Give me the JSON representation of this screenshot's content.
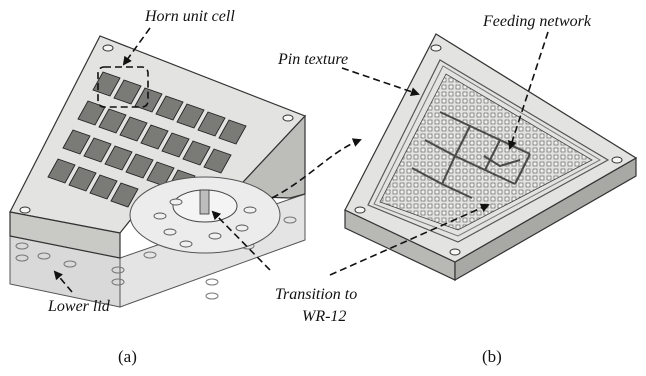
{
  "figure": {
    "labels": {
      "horn_unit_cell": "Horn unit cell",
      "feeding_network": "Feeding network",
      "pin_texture": "Pin texture",
      "transition_line1": "Transition to",
      "transition_line2": "WR-12",
      "lower_lid": "Lower lid"
    },
    "captions": {
      "a": "(a)",
      "b": "(b)"
    }
  },
  "colors": {
    "metal_top": "#e3e3e1",
    "metal_side": "#c9c9c6",
    "metal_dark": "#8c8c88",
    "transparent_lid": "#dcdcdc"
  }
}
